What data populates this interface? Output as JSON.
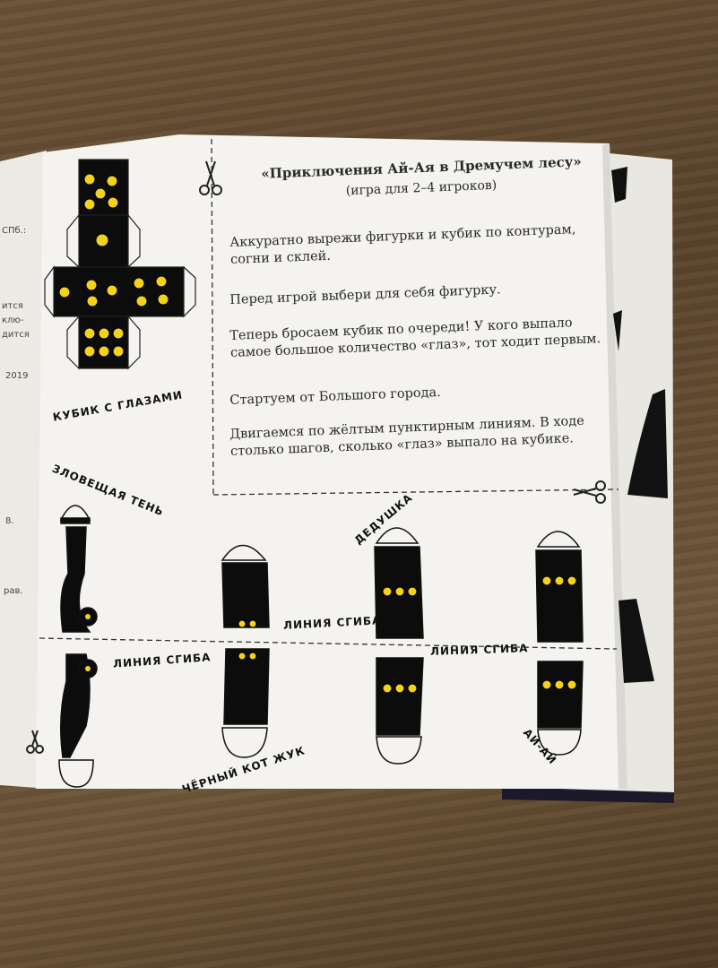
{
  "game": {
    "title": "«Приключения Ай-Ая в Дремучем лесу»",
    "subtitle": "(игра для 2–4 игроков)",
    "rules": [
      "Аккуратно вырежи фигурки и кубик по контурам, согни и склей.",
      "Перед игрой выбери для себя фигурку.",
      "Теперь бросаем кубик по очереди! У кого выпало самое большое количество «глаз», тот ходит первым.",
      "Стартуем от Большого города.",
      "Двигаемся по жёлтым пунктирным линиям. В ходе столько шагов, сколько «глаз» выпало на кубике."
    ]
  },
  "labels": {
    "cube": "КУБИК С ГЛАЗАМИ",
    "shadow": "ЗЛОВЕЩАЯ ТЕНЬ",
    "grandpa": "ДЕДУШКА",
    "cat": "ЧЁРНЫЙ КОТ ЖУК",
    "ayay": "АЙ-АЙ",
    "fold_line_1": "ЛИНИЯ СГИБА",
    "fold_line_2": "ЛИНИЯ СГИБА",
    "fold_line_3": "ЛИНИЯ СГИБА"
  },
  "left_page_fragments": [
    "СПб.:",
    "ится",
    "клю-",
    "дится",
    "2019",
    "8.",
    "рав."
  ],
  "colors": {
    "wood": "#5e4630",
    "paper": "#f4f3ef",
    "ink": "#111111",
    "eye_yellow": "#f2d21b"
  }
}
